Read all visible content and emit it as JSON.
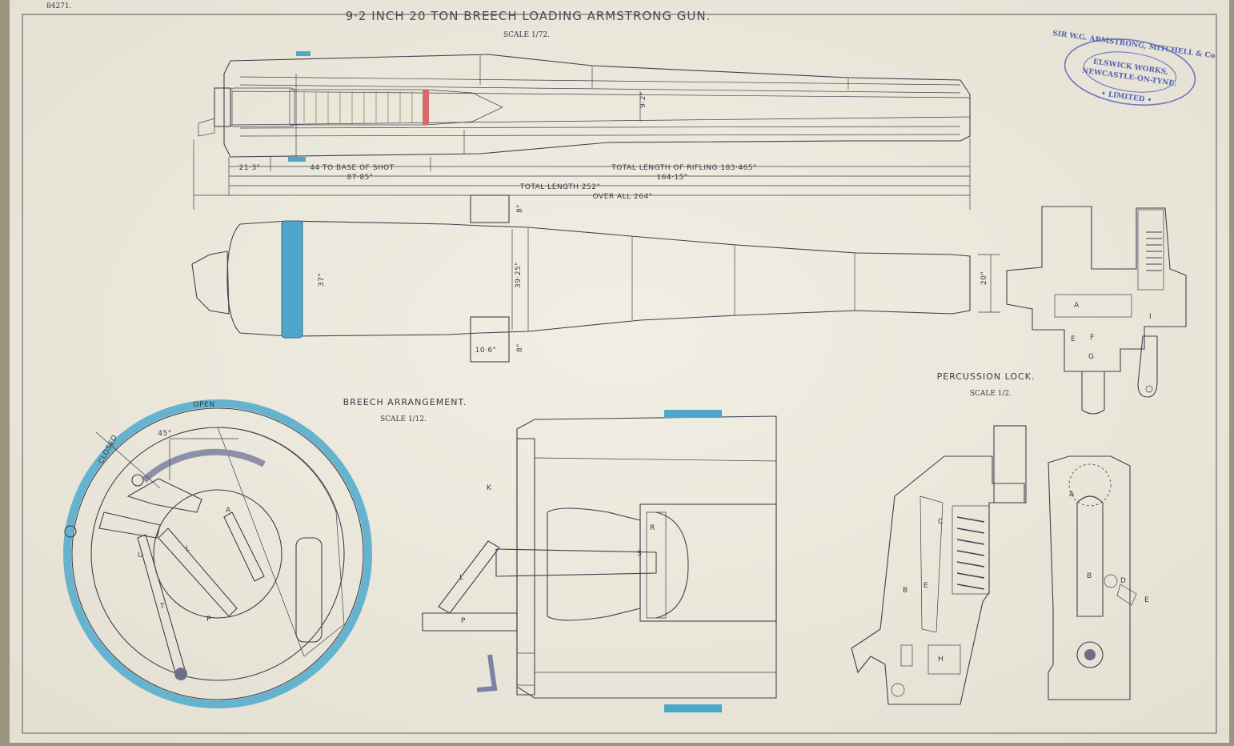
{
  "plate": {
    "number": "84271.",
    "title": "9·2 INCH 20 TON BREECH LOADING ARMSTRONG GUN.",
    "title_scale": "SCALE 1/72.",
    "colors": {
      "paper": "#eeebe0",
      "steel": "#a9aedc",
      "brass": "#e8ea9a",
      "blue_ring": "#4da7c9",
      "ink": "#3e4150",
      "stamp": "#5563b0"
    }
  },
  "stamp": {
    "outer_text": "SIR W.G. ARMSTRONG, MITCHELL & Co",
    "line1": "ELSWICK WORKS,",
    "line2": "NEWCASTLE-ON-TYNE.",
    "bottom": "• LIMITED •"
  },
  "section_view": {
    "bore_label": "9·2\"",
    "dims": {
      "d1": "21·3\"",
      "d2": "44 TO BASE OF SHOT",
      "d3": "TOTAL LENGTH OF RIFLING 183·465\"",
      "d4": "87·85\"",
      "d5": "164·15\"",
      "d6": "TOTAL LENGTH 252\"",
      "d7": "OVER ALL 264\""
    }
  },
  "exterior_view": {
    "d_breech": "37\"",
    "d_trunnion": "39·25\"",
    "d_muzzle": "20\"",
    "trunnion_top": "8\"",
    "trunnion_bottom": "8\"",
    "trunnion_width": "10·6\""
  },
  "breech_arrangement": {
    "caption": "BREECH ARRANGEMENT.",
    "scale": "SCALE 1/12.",
    "open": "OPEN",
    "closed": "CLOSED",
    "angle": "45°",
    "letters": {
      "k": "K",
      "r": "R",
      "s": "S",
      "l": "L",
      "p": "P",
      "a": "A",
      "u": "U",
      "t": "T"
    }
  },
  "percussion_lock": {
    "caption": "PERCUSSION LOCK.",
    "scale": "SCALE 1/2.",
    "letters": {
      "a": "A",
      "b": "B",
      "c": "C",
      "d": "D",
      "e": "E",
      "f": "F",
      "g": "G",
      "h": "H",
      "i": "I"
    }
  }
}
